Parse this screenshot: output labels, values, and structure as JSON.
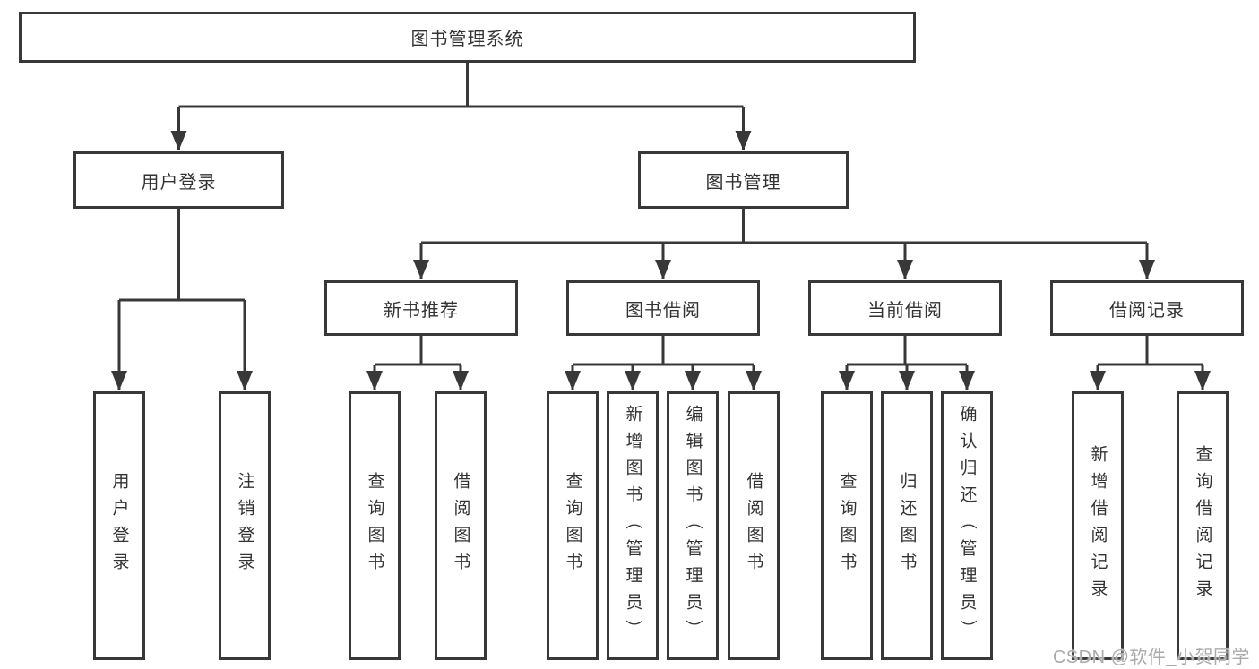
{
  "tree": {
    "root": "图书管理系统",
    "branches": [
      {
        "label": "用户登录",
        "children": [
          "用户登录",
          "注销登录"
        ]
      },
      {
        "label": "图书管理",
        "children": [
          {
            "label": "新书推荐",
            "children": [
              "查询图书",
              "借阅图书"
            ]
          },
          {
            "label": "图书借阅",
            "children": [
              "查询图书",
              "新增图书（管理员）",
              "编辑图书（管理员）",
              "借阅图书"
            ]
          },
          {
            "label": "当前借阅",
            "children": [
              "查询图书",
              "归还图书",
              "确认归还（管理员）"
            ]
          },
          {
            "label": "借阅记录",
            "children": [
              "新增借阅记录",
              "查询借阅记录"
            ]
          }
        ]
      }
    ]
  },
  "watermark": "CSDN @软件_小贺同学",
  "colors": {
    "line": "#383838",
    "box_border": "#383838",
    "text": "#333333",
    "watermark": "#ababab",
    "background": "#ffffff"
  }
}
